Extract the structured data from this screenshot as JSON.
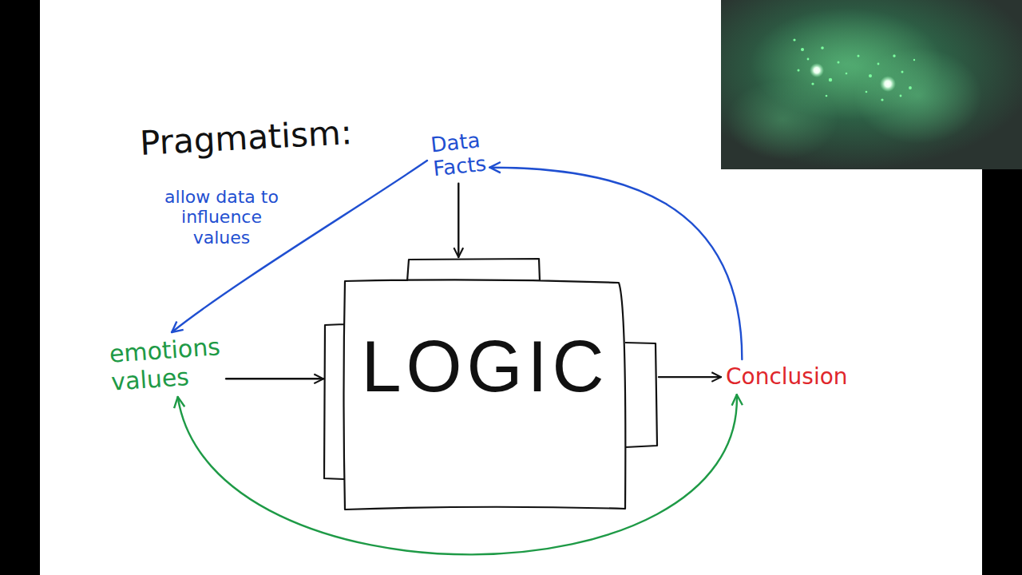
{
  "diagram": {
    "title": "Pragmatism:",
    "nodes": [
      {
        "text": [
          "Data Facts"
        ]
      },
      {
        "text": [
          "emotions values"
        ]
      },
      {
        "text": [
          "LOGIC"
        ]
      },
      {
        "text": [
          "Conclusion"
        ]
      }
    ],
    "edges": [
      {
        "from": 0,
        "to": 2,
        "arrow": "to"
      },
      {
        "from": 1,
        "to": 2,
        "arrow": "to"
      },
      {
        "from": 2,
        "to": 3,
        "arrow": "to"
      },
      {
        "from": 3,
        "to": 0,
        "arrow": "to"
      },
      {
        "from": 0,
        "to": 1,
        "arrow": "to",
        "label": "allow data to influence values"
      },
      {
        "from": 1,
        "to": 3,
        "arrow": "both"
      }
    ]
  }
}
